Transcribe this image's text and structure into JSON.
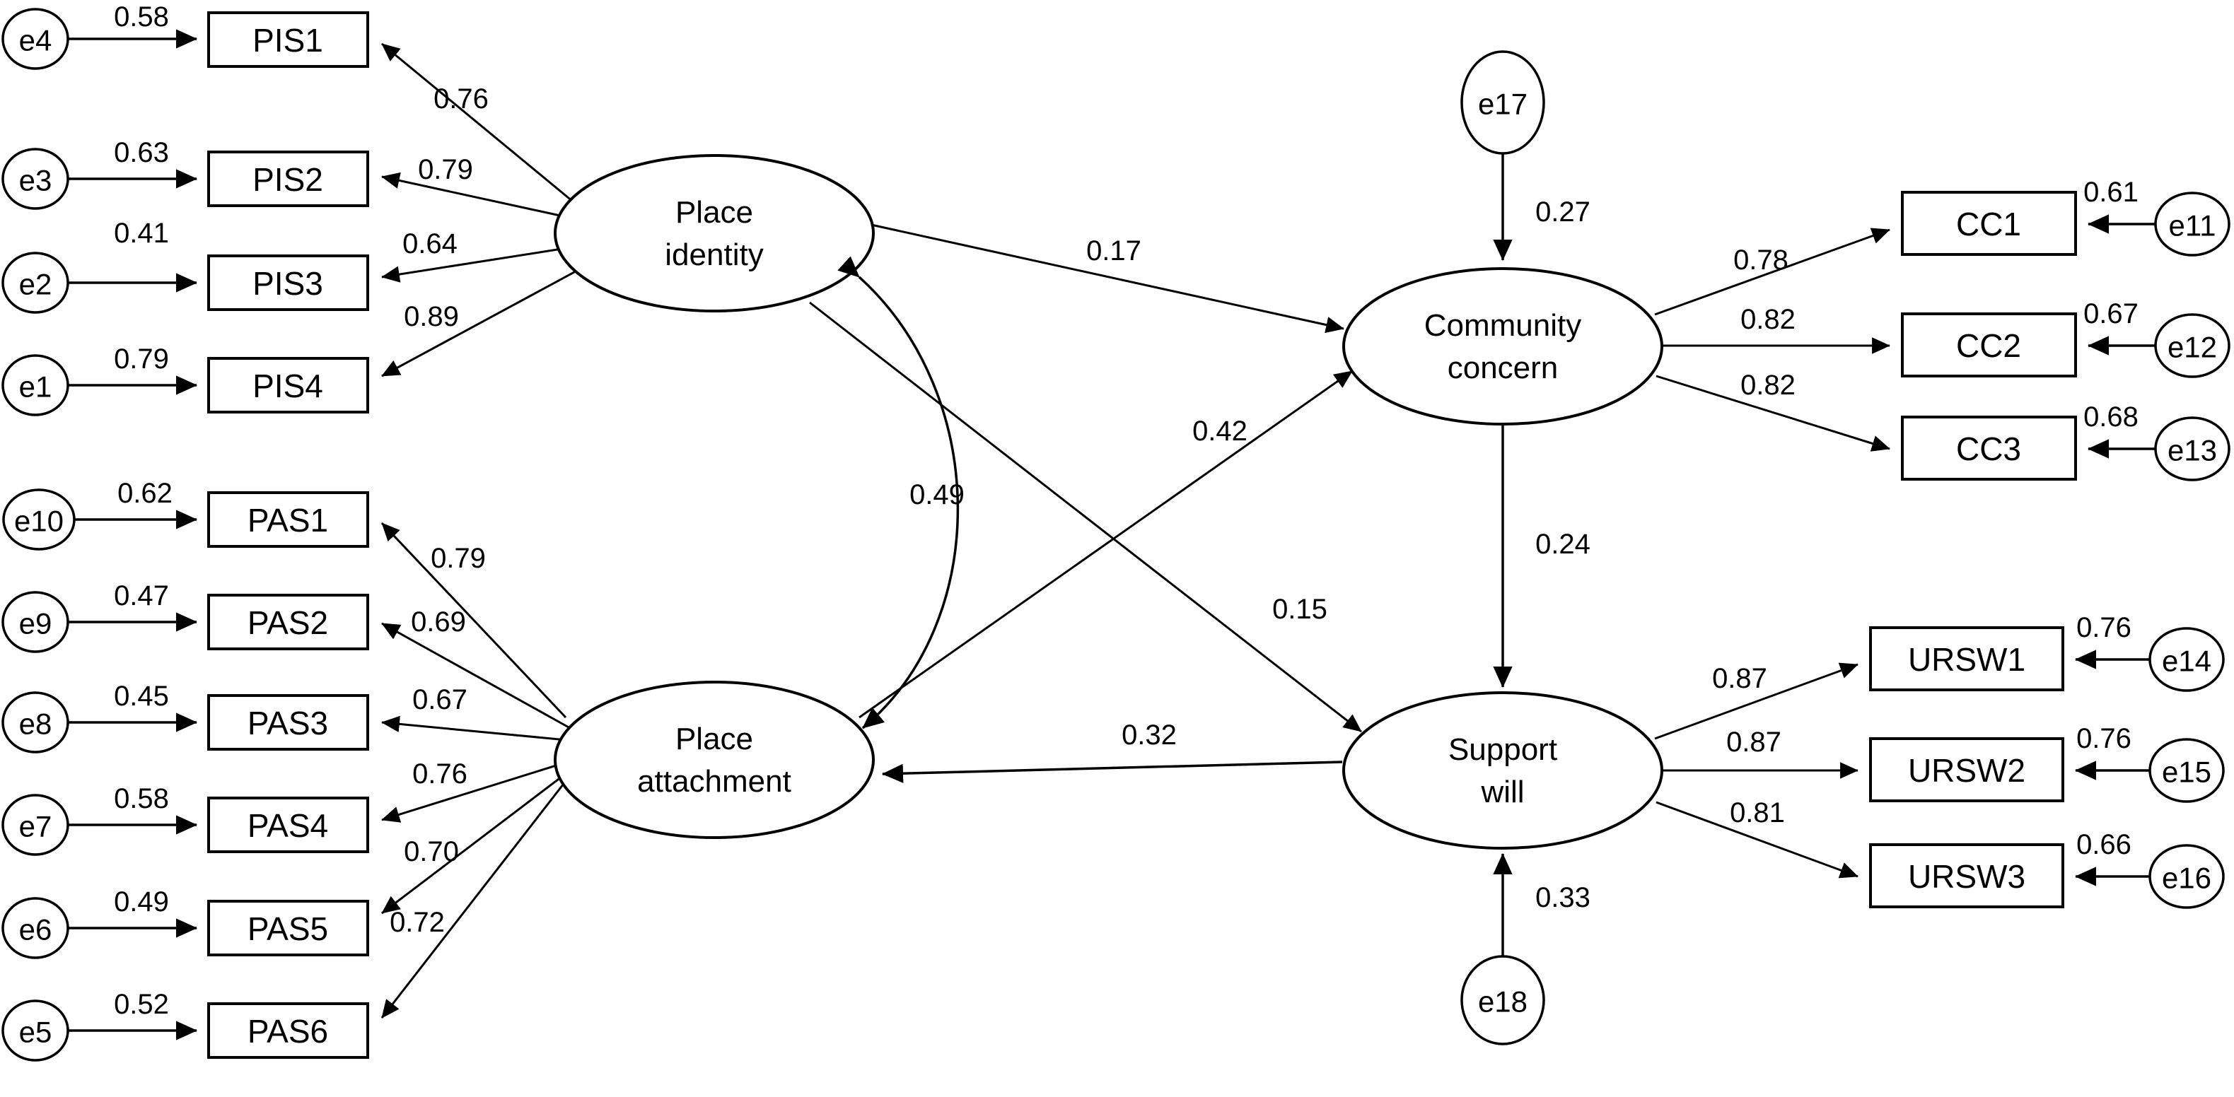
{
  "diagram": {
    "type": "sem-path-diagram",
    "constructs": [
      {
        "id": "place_identity",
        "label_line1": "Place",
        "label_line2": "identity"
      },
      {
        "id": "place_attachment",
        "label_line1": "Place",
        "label_line2": "attachment"
      },
      {
        "id": "community_concern",
        "label_line1": "Community",
        "label_line2": "concern"
      },
      {
        "id": "support_will",
        "label_line1": "Support",
        "label_line2": "will"
      }
    ],
    "indicators": {
      "pis": [
        {
          "box": "PIS1",
          "error": "e4",
          "error_value": "0.58",
          "loading": "0.76"
        },
        {
          "box": "PIS2",
          "error": "e3",
          "error_value": "0.63",
          "loading": "0.79"
        },
        {
          "box": "PIS3",
          "error": "e2",
          "error_value": "0.41",
          "loading": "0.64"
        },
        {
          "box": "PIS4",
          "error": "e1",
          "error_value": "0.79",
          "loading": "0.89"
        }
      ],
      "pas": [
        {
          "box": "PAS1",
          "error": "e10",
          "error_value": "0.62",
          "loading": "0.79"
        },
        {
          "box": "PAS2",
          "error": "e9",
          "error_value": "0.47",
          "loading": "0.69"
        },
        {
          "box": "PAS3",
          "error": "e8",
          "error_value": "0.45",
          "loading": "0.67"
        },
        {
          "box": "PAS4",
          "error": "e7",
          "error_value": "0.58",
          "loading": "0.76"
        },
        {
          "box": "PAS5",
          "error": "e6",
          "error_value": "0.49",
          "loading": "0.70"
        },
        {
          "box": "PAS6",
          "error": "e5",
          "error_value": "0.52",
          "loading": "0.72"
        }
      ],
      "cc": [
        {
          "box": "CC1",
          "error": "e11",
          "error_value": "0.61",
          "loading": "0.78"
        },
        {
          "box": "CC2",
          "error": "e12",
          "error_value": "0.67",
          "loading": "0.82"
        },
        {
          "box": "CC3",
          "error": "e13",
          "error_value": "0.68",
          "loading": "0.82"
        }
      ],
      "ursw": [
        {
          "box": "URSW1",
          "error": "e14",
          "error_value": "0.76",
          "loading": "0.87"
        },
        {
          "box": "URSW2",
          "error": "e15",
          "error_value": "0.76",
          "loading": "0.87"
        },
        {
          "box": "URSW3",
          "error": "e16",
          "error_value": "0.66",
          "loading": "0.81"
        }
      ]
    },
    "disturbances": [
      {
        "id": "e17",
        "label": "e17",
        "value": "0.27",
        "target": "community_concern"
      },
      {
        "id": "e18",
        "label": "e18",
        "value": "0.33",
        "target": "support_will"
      }
    ],
    "structural_paths": [
      {
        "from": "place_identity",
        "to": "community_concern",
        "value": "0.17"
      },
      {
        "from": "place_attachment",
        "to": "community_concern",
        "value": "0.42"
      },
      {
        "from": "place_identity",
        "to": "support_will",
        "value": "0.15"
      },
      {
        "from": "community_concern",
        "to": "support_will",
        "value": "0.24"
      },
      {
        "from": "support_will",
        "to": "place_attachment",
        "value": "0.32"
      }
    ],
    "correlations": [
      {
        "between": [
          "place_identity",
          "place_attachment"
        ],
        "value": "0.49"
      }
    ]
  }
}
